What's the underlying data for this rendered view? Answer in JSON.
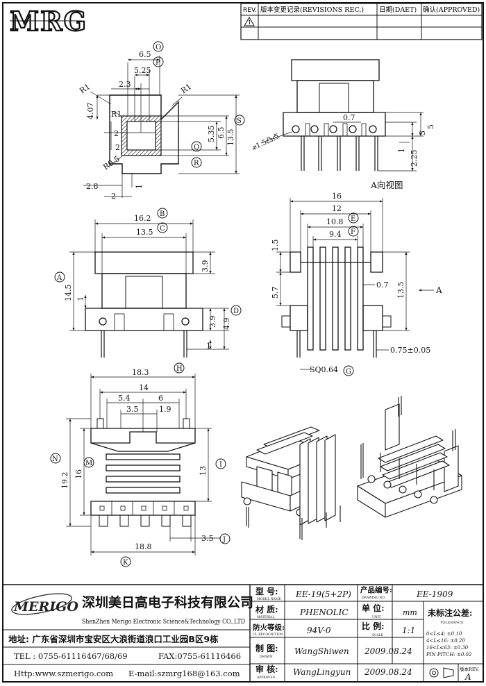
{
  "logo": {
    "text": "MRG"
  },
  "revisions": {
    "col_rev": "REV.",
    "col_desc": "版本变更记录(REVISIONS REC.)",
    "col_date": "日期(DAET)",
    "col_approved": "确认(APPROVED)",
    "rows": [
      {
        "rev": "1"
      }
    ]
  },
  "top_view": {
    "dims": [
      "6.5",
      "5.25",
      "2.3",
      "R1",
      "R1",
      "4.07",
      "R1",
      "2",
      "2",
      "5.35",
      "6.5",
      "13.5",
      "R0.5",
      "2.8",
      "1",
      "2"
    ],
    "markers": [
      "O",
      "P",
      "Q",
      "R",
      "S"
    ]
  },
  "a_view": {
    "dims": [
      "0.7",
      "⌀1.5凸点",
      "3",
      "5",
      "1",
      "2.25"
    ],
    "caption": "A向视图"
  },
  "front_view": {
    "dims": [
      "16.2",
      "13.5",
      "3.9",
      "14.5",
      "1",
      "3.9",
      "4.9",
      "1"
    ],
    "markers": [
      "B",
      "C",
      "A",
      "D"
    ]
  },
  "side_view": {
    "dims": [
      "16",
      "12",
      "10.8",
      "9.4",
      "1.5",
      "5.7",
      "0.7",
      "13.5",
      "0.75±0.05",
      "SQ0.64"
    ],
    "markers": [
      "E",
      "F",
      "G"
    ],
    "arrow_label": "A"
  },
  "bottom_view": {
    "dims": [
      "18.3",
      "14",
      "5.4",
      "6",
      "3.5",
      "1.9",
      "19.2",
      "16",
      "13",
      "3.5",
      "18.8"
    ],
    "markers": [
      "H",
      "N",
      "M",
      "I",
      "J",
      "K"
    ]
  },
  "company": {
    "brand": "MERIGO",
    "name_cn": "深圳美日高电子科技有限公司",
    "name_en": "ShenZhen Merigo Electronic Science&Technology CO.,LTD",
    "address": "地址: 广东省深圳市宝安区大浪街道浪口工业园B区9栋",
    "tel": "TEL : 0755-61116467/68/69",
    "fax": "FAX:0755-61116466",
    "web": "Http:www.szmerigo.com",
    "email": "E-mail:szmrg168@163.com"
  },
  "title_block": {
    "model_label": "型 号:",
    "model_label_en": "MODEL NAME",
    "model_value": "EE-19(5+2P)",
    "drawing_no_label": "产品编号:",
    "drawing_no_label_en": "DRAWING NO.",
    "drawing_no_value": "EE-1909",
    "material_label": "材 质:",
    "material_label_en": "MATERIAL",
    "material_value": "PHENOLIC",
    "unit_label": "单 位:",
    "unit_label_en": "UNIT",
    "unit_value": "mm",
    "ul_label": "防火等级:",
    "ul_label_en": "UL RECOGNITION",
    "ul_value": "94V-0",
    "scale_label": "比 例:",
    "scale_label_en": "SCALE",
    "scale_value": "1:1",
    "drawn_label": "制 图:",
    "drawn_label_en": "DRAWN",
    "drawn_name": "WangShiwen",
    "drawn_date": "2009.08.24",
    "approved_label": "审 核:",
    "approved_label_en": "APPROVED",
    "approved_name": "WangLingyun",
    "approved_date": "2009.08.24",
    "tolerance_title": "未标注公差:",
    "tolerance_en": "TOLERANCE",
    "tolerances": [
      "0<L≤4:   ±0.10",
      "4<L≤16:  ±0.20",
      "16<L≤63: ±0.30",
      "PIN PITCH: ±0.02"
    ],
    "rev_label": "版本REV.",
    "rev_value": "A"
  }
}
